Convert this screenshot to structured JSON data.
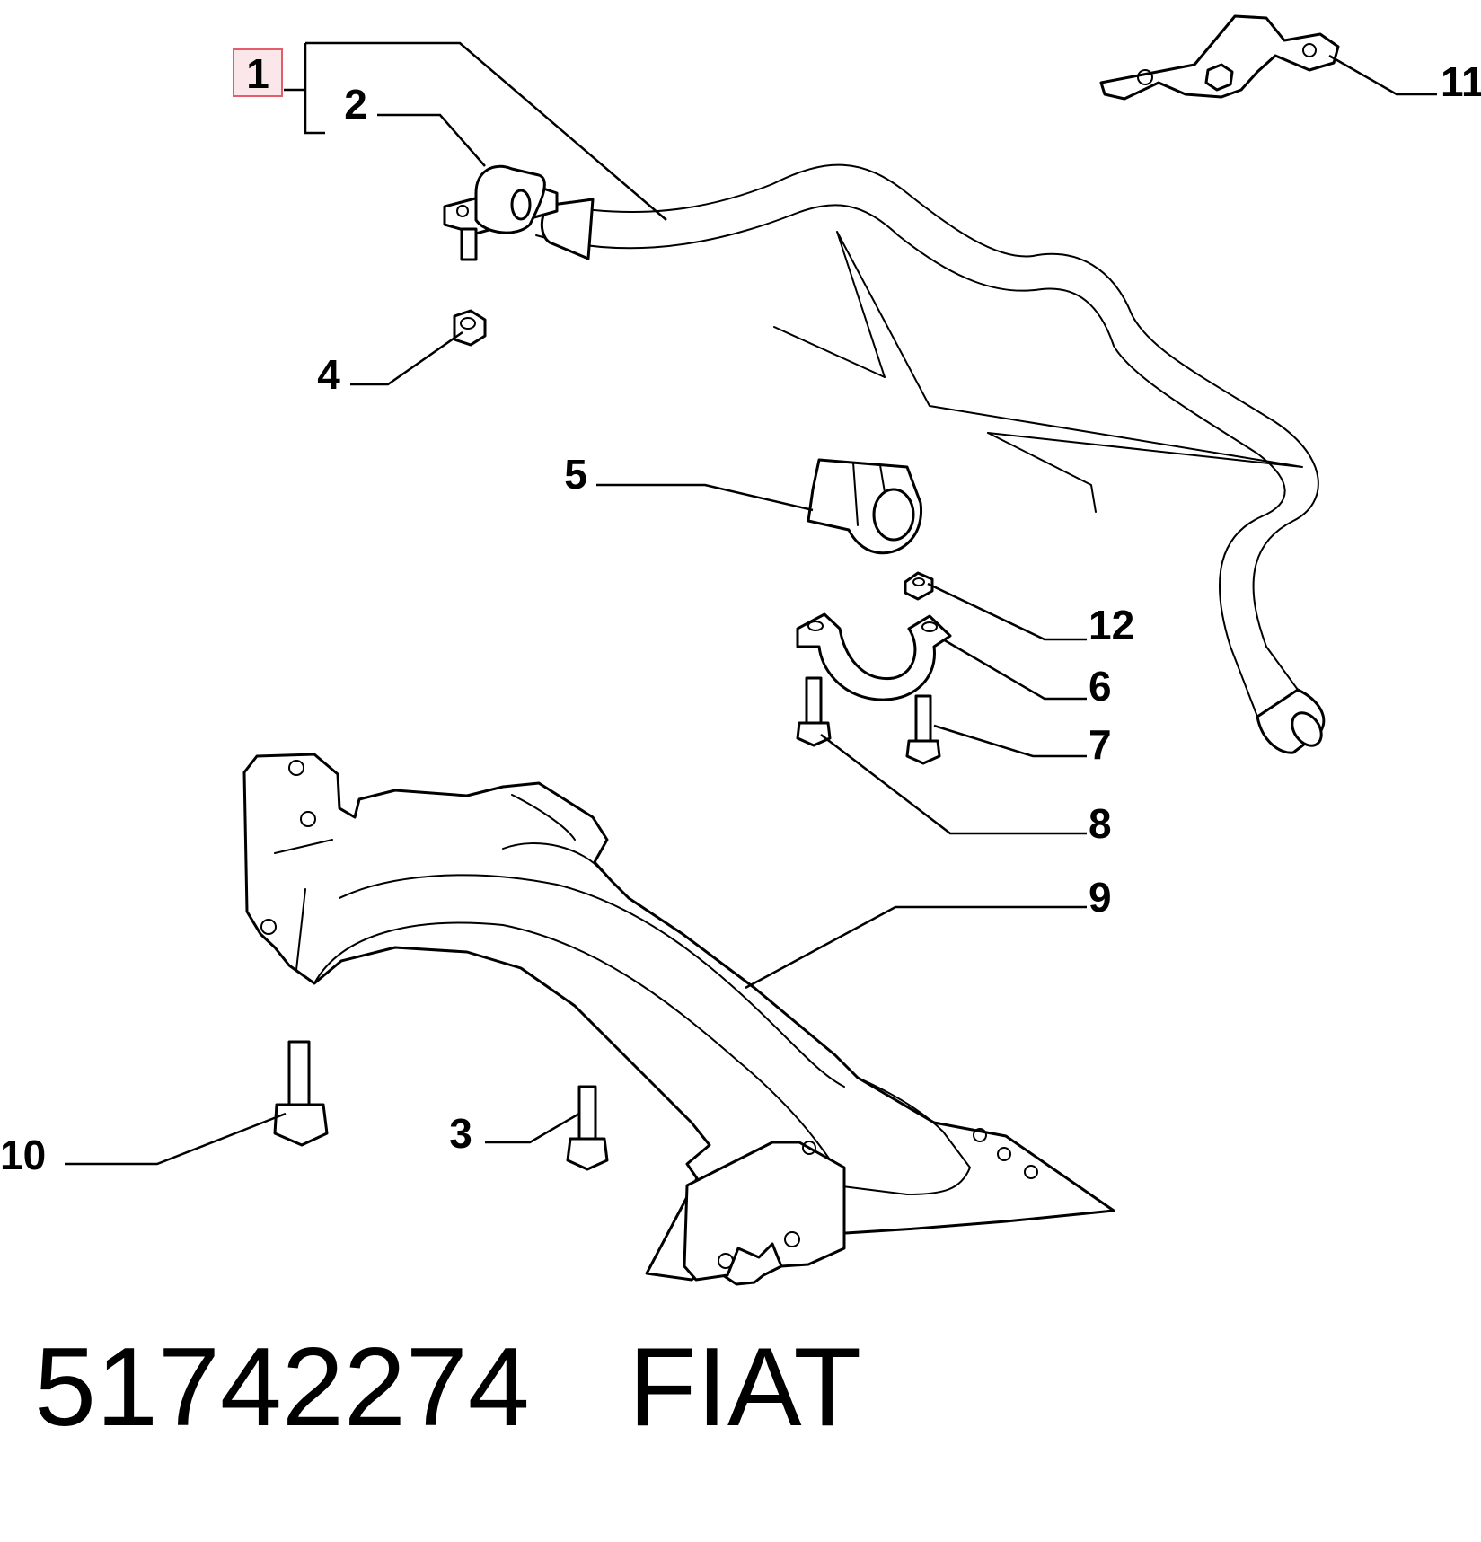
{
  "diagram": {
    "callouts": {
      "c1": "1",
      "c2": "2",
      "c3": "3",
      "c4": "4",
      "c5": "5",
      "c6": "6",
      "c7": "7",
      "c8": "8",
      "c9": "9",
      "c10": "10",
      "c11": "11",
      "c12": "12"
    },
    "highlight_color": "#e35d6a"
  },
  "footer": {
    "part_number": "51742274",
    "brand": "FIAT"
  }
}
